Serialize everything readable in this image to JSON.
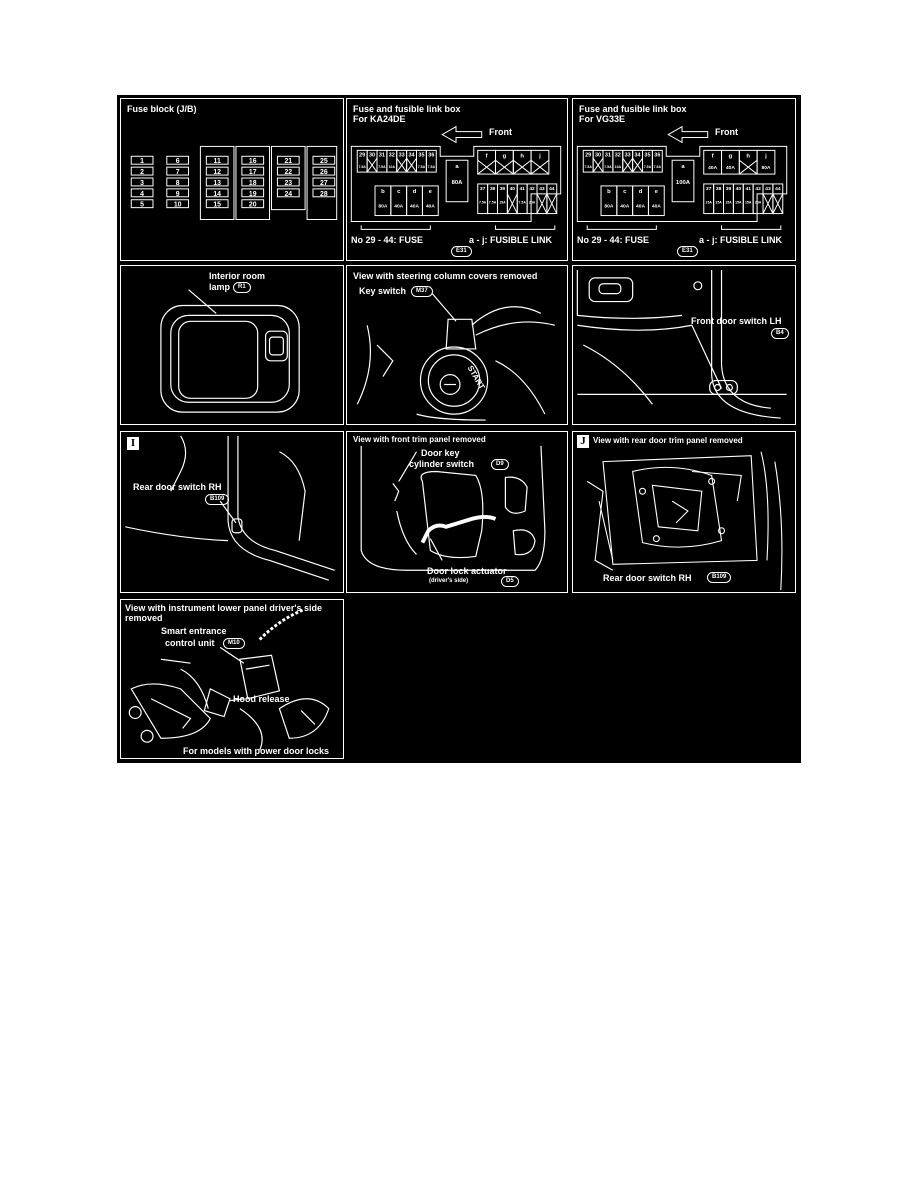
{
  "panels": {
    "p1": {
      "title": "Fuse block (J/B)",
      "fuses": [
        "1",
        "2",
        "3",
        "4",
        "5",
        "6",
        "7",
        "8",
        "9",
        "10",
        "11",
        "12",
        "13",
        "14",
        "15",
        "16",
        "17",
        "18",
        "19",
        "20",
        "21",
        "22",
        "23",
        "24",
        "25",
        "26",
        "27",
        "28"
      ]
    },
    "p2": {
      "title": "Fuse and fusible link box",
      "subtitle": "For KA24DE",
      "front": "Front",
      "fuse_nums": [
        "29",
        "30",
        "31",
        "32",
        "33",
        "34",
        "35",
        "36"
      ],
      "fuse_vals": [
        "7.5A",
        "",
        "7.5A",
        "10A",
        "",
        "",
        "7.5A",
        "7.5A"
      ],
      "link_top": [
        "f",
        "g",
        "h",
        "j"
      ],
      "link_a": "a",
      "link_a_val": "80A",
      "link_bot": [
        "b",
        "c",
        "d",
        "e"
      ],
      "link_bot_vals": [
        "80A",
        "40A",
        "40A",
        "40A"
      ],
      "fuse2_nums": [
        "37",
        "38",
        "39",
        "40",
        "41",
        "42",
        "43",
        "44"
      ],
      "fuse2_vals": [
        "7.5A",
        "7.5A",
        "15A",
        "",
        "7.5A",
        "20A",
        "",
        ""
      ],
      "fuse_label": "No 29 - 44:  FUSE",
      "link_label": "a - j:  FUSIBLE LINK",
      "conn": "E31"
    },
    "p3": {
      "title": "Fuse and fusible link box",
      "subtitle": "For VG33E",
      "front": "Front",
      "fuse_nums": [
        "29",
        "30",
        "31",
        "32",
        "33",
        "34",
        "35",
        "36"
      ],
      "fuse_vals": [
        "7.5A",
        "",
        "7.5A",
        "10A",
        "",
        "",
        "7.5A",
        "7.5A"
      ],
      "link_top": [
        "f",
        "g",
        "h",
        "j"
      ],
      "link_top_vals": [
        "40A",
        "40A",
        "",
        "80A"
      ],
      "link_a": "a",
      "link_a_val": "100A",
      "link_bot": [
        "b",
        "c",
        "d",
        "e"
      ],
      "link_bot_vals": [
        "80A",
        "40A",
        "40A",
        "40A"
      ],
      "fuse2_nums": [
        "37",
        "38",
        "39",
        "40",
        "41",
        "42",
        "43",
        "44"
      ],
      "fuse2_vals": [
        "15A",
        "15A",
        "15A",
        "15A",
        "15A",
        "20A",
        "",
        ""
      ],
      "fuse_label": "No 29 - 44:  FUSE",
      "link_label": "a - j:  FUSIBLE LINK",
      "conn": "E31"
    },
    "p4": {
      "label_line1": "Interior room",
      "label_line2": "lamp",
      "conn": "R1"
    },
    "p5": {
      "title": "View with steering column covers removed",
      "label": "Key switch",
      "conn": "M37",
      "start": "START"
    },
    "p6": {
      "label": "Front door switch LH",
      "conn": "B4"
    },
    "p7": {
      "letter": "I",
      "label": "Rear door switch RH",
      "conn": "B109"
    },
    "p8": {
      "title": "View with front trim panel removed",
      "label_line1": "Door key",
      "label_line2": "cylinder switch",
      "conn": "D9",
      "actuator_line1": "Door lock actuator",
      "actuator_line2": "(driver's side)",
      "conn2": "D5"
    },
    "p9": {
      "letter": "J",
      "title": "View with rear door trim panel removed",
      "label": "Rear door switch RH",
      "conn": "B109"
    },
    "p10": {
      "title_line1": "View with instrument lower panel driver's side",
      "title_line2": "removed",
      "label_line1": "Smart entrance",
      "label_line2": "control unit",
      "conn": "M10",
      "hood": "Hood release",
      "footer": "For models with power door locks"
    }
  },
  "colors": {
    "background": "#000000",
    "line": "#ffffff",
    "page": "#ffffff"
  }
}
